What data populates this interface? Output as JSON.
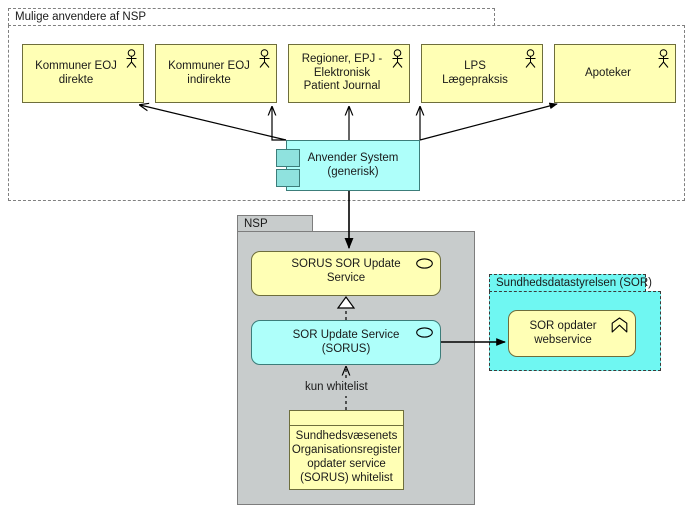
{
  "diagram": {
    "title": "NSP SORUS SOR Update Service diagram",
    "colors": {
      "yellow_fill": "#ffffb5",
      "yellow_stroke": "#6e6e3c",
      "cyan_fill": "#aefffa",
      "cyan_stroke": "#3c7d7a",
      "package_cyan_fill": "#6ff7f2",
      "package_gray_fill": "#c8cccc",
      "package_gray_stroke": "#7d7d7d",
      "group_dashed_stroke": "#808080",
      "line": "#000000",
      "text": "#1a1a1a"
    }
  },
  "groups": {
    "consumers": {
      "label": "Mulige anvendere af NSP"
    },
    "nsp": {
      "label": "NSP"
    },
    "sds": {
      "label": "Sundhedsdatastyrelsen (SOR)"
    }
  },
  "actors": [
    {
      "label": "Kommuner EOJ\ndirekte",
      "icon": "actor-icon"
    },
    {
      "label": "Kommuner EOJ\nindirekte",
      "icon": "actor-icon"
    },
    {
      "label": "Regioner, EPJ -\nElektronisk\nPatient Journal",
      "icon": "actor-icon"
    },
    {
      "label": "LPS\nLægepraksis",
      "icon": "actor-icon"
    },
    {
      "label": "Apoteker",
      "icon": "actor-icon"
    }
  ],
  "nodes": {
    "anvender_system": {
      "label": "Anvender System\n(generisk)",
      "icon": "component-icon"
    },
    "sorus_sor_update_service": {
      "label": "SORUS SOR Update Service",
      "icon": "interface-oval-icon"
    },
    "sor_update_service": {
      "label": "SOR Update Service\n(SORUS)",
      "icon": "interface-oval-icon"
    },
    "sorus_whitelist": {
      "label": "Sundhedsvæsenets\nOrganisationsregister\nopdater service\n(SORUS) whitelist",
      "icon": "artifact-icon"
    },
    "sor_opdater_webservice": {
      "label": "SOR opdater\nwebservice",
      "icon": "chevron-up-icon"
    }
  },
  "edges": [
    {
      "from": "anvender_system",
      "to": "Kommuner EOJ direkte",
      "style": "solid-arrow",
      "label": ""
    },
    {
      "from": "anvender_system",
      "to": "Kommuner EOJ indirekte",
      "style": "solid-arrow",
      "label": ""
    },
    {
      "from": "anvender_system",
      "to": "Regioner, EPJ - Elektronisk Patient Journal",
      "style": "solid-arrow",
      "label": ""
    },
    {
      "from": "anvender_system",
      "to": "LPS Lægepraksis",
      "style": "solid-arrow",
      "label": ""
    },
    {
      "from": "anvender_system",
      "to": "Apoteker",
      "style": "solid-arrow",
      "label": ""
    },
    {
      "from": "anvender_system",
      "to": "SORUS SOR Update Service",
      "style": "solid-arrow",
      "label": ""
    },
    {
      "from": "SOR Update Service (SORUS)",
      "to": "SORUS SOR Update Service",
      "style": "dashed-realization",
      "label": ""
    },
    {
      "from": "SORUS whitelist",
      "to": "SOR Update Service (SORUS)",
      "style": "dashed-dependency",
      "label": "kun whitelist"
    },
    {
      "from": "SOR Update Service (SORUS)",
      "to": "SOR opdater webservice",
      "style": "solid-arrow",
      "label": ""
    }
  ],
  "edge_labels": {
    "kun_whitelist": "kun whitelist"
  }
}
